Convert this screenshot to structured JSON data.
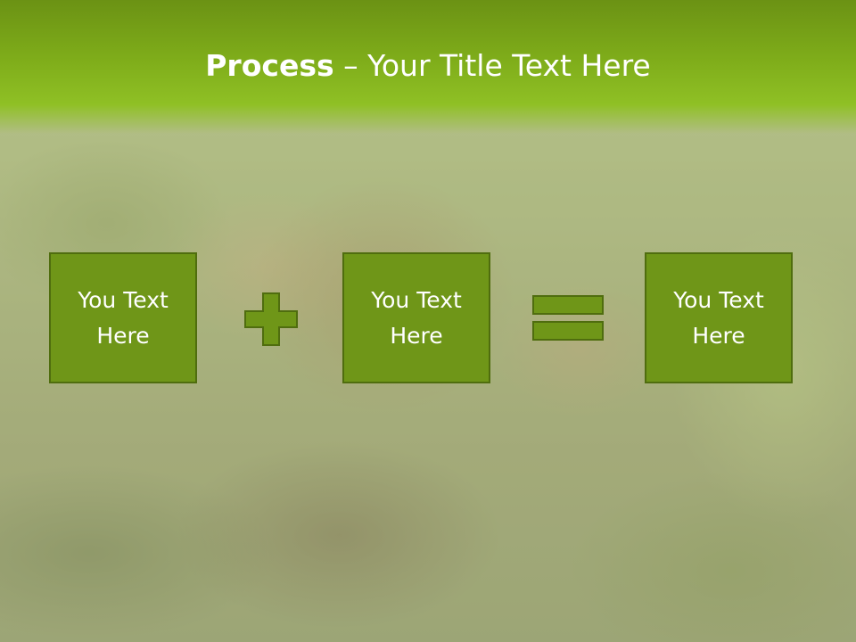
{
  "slide": {
    "title_bold": "Process",
    "title_dash": " – ",
    "title_rest": "Your Title Text Here"
  },
  "process": {
    "boxes": [
      {
        "line1": "You Text",
        "line2": "Here"
      },
      {
        "line1": "You Text",
        "line2": "Here"
      },
      {
        "line1": "You Text",
        "line2": "Here"
      }
    ],
    "operators": [
      "plus-icon",
      "equals-icon"
    ]
  },
  "colors": {
    "title_bar": "#7fad1a",
    "box_fill": "#6f9618",
    "box_border": "#4f6d0e",
    "text": "#ffffff"
  }
}
